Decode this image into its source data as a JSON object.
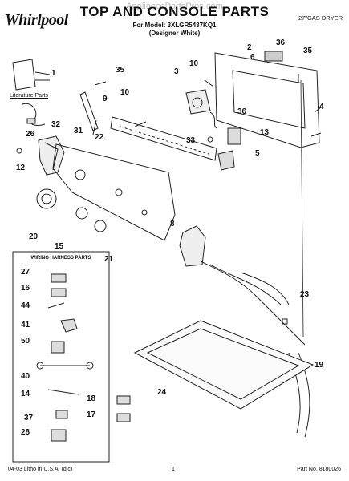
{
  "header": {
    "watermark": "AppliancePartsPros.com",
    "brand": "Whirlpool",
    "title": "TOP AND CONSOLE PARTS",
    "model_line": "For Model: 3XLGR5437KQ1",
    "variant_line": "(Designer White)",
    "product": "27\"GAS DRYER"
  },
  "labels": {
    "literature": "Literature Parts",
    "harness_title": "WIRING HARNESS PARTS"
  },
  "callouts": [
    {
      "id": "c1",
      "text": "1"
    },
    {
      "id": "c2",
      "text": "2"
    },
    {
      "id": "c3",
      "text": "3"
    },
    {
      "id": "c4",
      "text": "4"
    },
    {
      "id": "c5",
      "text": "5"
    },
    {
      "id": "c6",
      "text": "6"
    },
    {
      "id": "c8",
      "text": "8"
    },
    {
      "id": "c9",
      "text": "9"
    },
    {
      "id": "c10a",
      "text": "10"
    },
    {
      "id": "c10b",
      "text": "10"
    },
    {
      "id": "c12",
      "text": "12"
    },
    {
      "id": "c13",
      "text": "13"
    },
    {
      "id": "c14",
      "text": "14"
    },
    {
      "id": "c15",
      "text": "15"
    },
    {
      "id": "c16",
      "text": "16"
    },
    {
      "id": "c17",
      "text": "17"
    },
    {
      "id": "c18",
      "text": "18"
    },
    {
      "id": "c19",
      "text": "19"
    },
    {
      "id": "c20",
      "text": "20"
    },
    {
      "id": "c21",
      "text": "21"
    },
    {
      "id": "c22",
      "text": "22"
    },
    {
      "id": "c23",
      "text": "23"
    },
    {
      "id": "c24",
      "text": "24"
    },
    {
      "id": "c26",
      "text": "26"
    },
    {
      "id": "c27",
      "text": "27"
    },
    {
      "id": "c28",
      "text": "28"
    },
    {
      "id": "c31",
      "text": "31"
    },
    {
      "id": "c32",
      "text": "32"
    },
    {
      "id": "c33",
      "text": "33"
    },
    {
      "id": "c35a",
      "text": "35"
    },
    {
      "id": "c35b",
      "text": "35"
    },
    {
      "id": "c36a",
      "text": "36"
    },
    {
      "id": "c36b",
      "text": "36"
    },
    {
      "id": "c37",
      "text": "37"
    },
    {
      "id": "c40",
      "text": "40"
    },
    {
      "id": "c41",
      "text": "41"
    },
    {
      "id": "c44",
      "text": "44"
    },
    {
      "id": "c50",
      "text": "50"
    }
  ],
  "footer": {
    "left": "04-03 Litho in U.S.A. (djc)",
    "center": "1",
    "right": "Part No. 8180026"
  }
}
